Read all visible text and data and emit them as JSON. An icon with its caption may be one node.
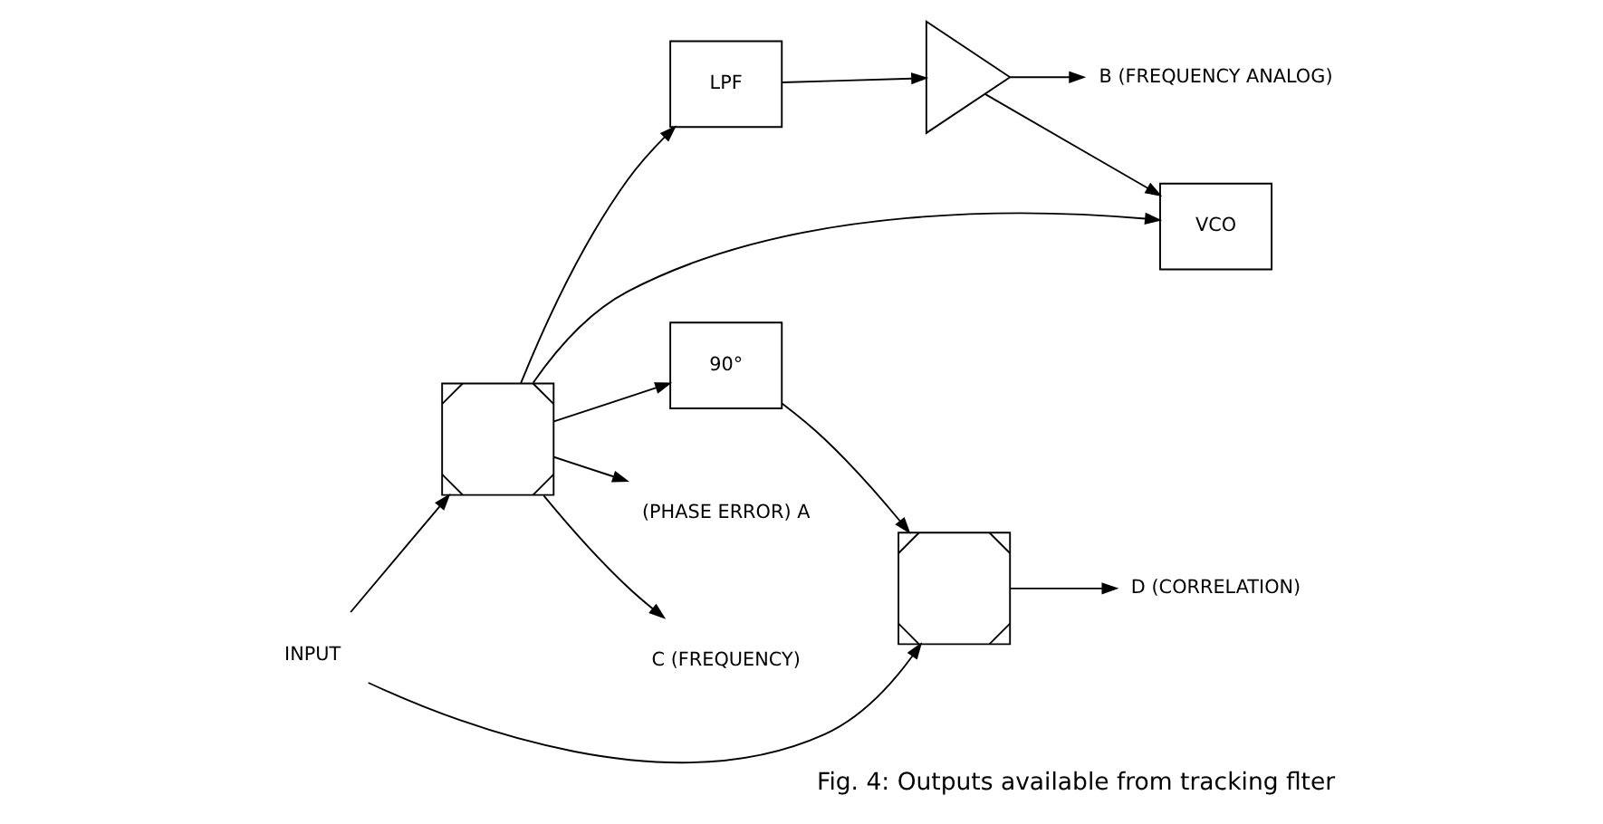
{
  "diagram": {
    "caption": "Fig. 4: Outputs available from tracking flter",
    "nodes": [
      {
        "text": [
          "INPUT"
        ]
      },
      {
        "text": [],
        "shape": "box"
      },
      {
        "text": [],
        "shape": "box"
      },
      {
        "text": [
          "LPF"
        ]
      },
      {
        "text": [],
        "shape": "triangle"
      },
      {
        "text": [
          "90°"
        ]
      },
      {
        "text": [
          "VCO"
        ]
      },
      {
        "text": [
          "(PHASE ERROR) A"
        ]
      },
      {
        "text": [
          "B (FREQUENCY ANALOG)"
        ]
      },
      {
        "text": [
          "C (FREQUENCY)"
        ]
      },
      {
        "text": [
          "D (CORRELATION)"
        ]
      }
    ],
    "edges": [
      {
        "from": 0,
        "to": 1,
        "arrow": "to"
      },
      {
        "from": 0,
        "to": 2,
        "arrow": "to"
      },
      {
        "from": 1,
        "to": 7,
        "arrow": "to"
      },
      {
        "from": 1,
        "to": 3,
        "arrow": "to"
      },
      {
        "from": 3,
        "to": 4,
        "arrow": "to"
      },
      {
        "from": 4,
        "to": 8,
        "arrow": "to"
      },
      {
        "from": 4,
        "to": 6,
        "arrow": "to"
      },
      {
        "from": 1,
        "to": 5,
        "arrow": "to"
      },
      {
        "from": 5,
        "to": 2,
        "arrow": "to"
      },
      {
        "from": 1,
        "to": 9,
        "arrow": "to"
      },
      {
        "from": 1,
        "to": 6,
        "arrow": "to"
      },
      {
        "from": 2,
        "to": 10,
        "arrow": "to"
      }
    ]
  }
}
